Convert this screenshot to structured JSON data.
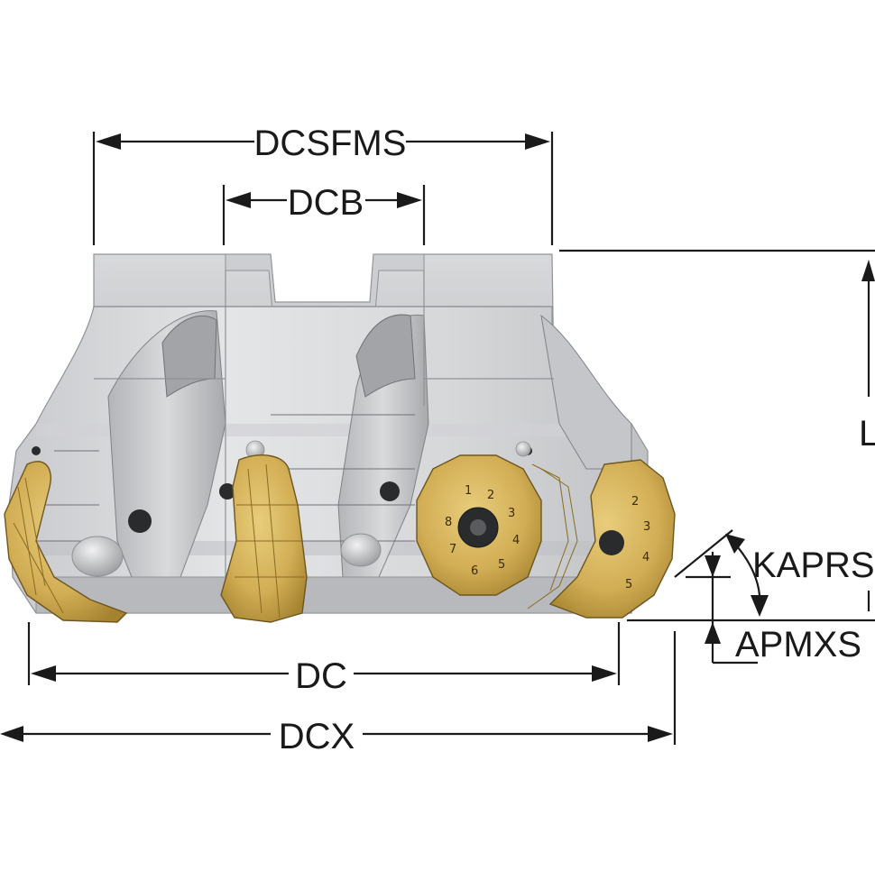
{
  "labels": {
    "dcsfms": "DCSFMS",
    "dcb": "DCB",
    "l": "L",
    "kaprs": "KAPRS",
    "apmxs": "APMXS",
    "dc": "DC",
    "dcx": "DCX"
  },
  "insert_numbers": [
    "1",
    "2",
    "3",
    "4",
    "5",
    "6",
    "7",
    "8"
  ],
  "colors": {
    "body_light": "#e2e3e5",
    "body_mid": "#c9cacd",
    "body_dark": "#a9abae",
    "insert_gold": "#d4b25a",
    "insert_dark": "#8a6b22",
    "screw": "#2a2b2d",
    "dimension_line": "#1a1a1a"
  }
}
